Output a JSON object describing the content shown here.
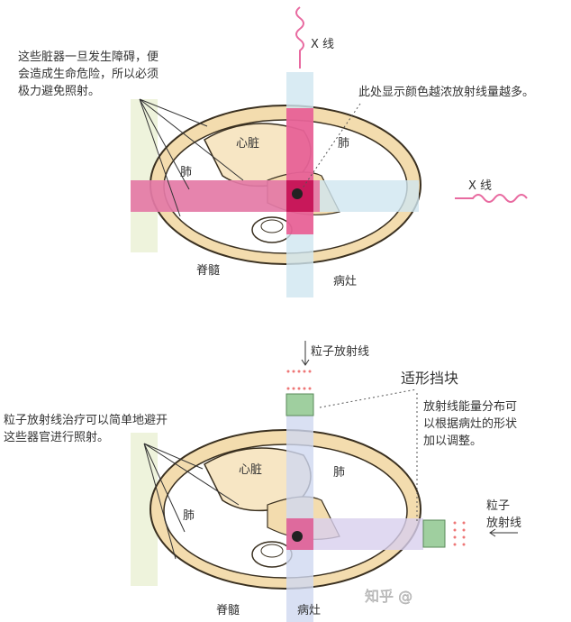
{
  "top_panel": {
    "warning_lines": [
      "这些脏器一旦发生障碍，便",
      "会造成生命危险，所以必须",
      "极力避免照射。"
    ],
    "xray_top": "X 线",
    "xray_right": "X 线",
    "intensity_note": "此处显示颜色越浓放射线量越多。",
    "heart": "心脏",
    "lung_right": "肺",
    "lung_left": "肺",
    "spinal_cord": "脊髓",
    "lesion": "病灶"
  },
  "bottom_panel": {
    "note_lines": [
      "粒子放射线治疗可以简单地避开",
      "这些器官进行照射。"
    ],
    "particle_top": "粒子放射线",
    "compensator_title": "适形挡块",
    "compensator_lines": [
      "放射线能量分布可",
      "以根据病灶的形状",
      "加以调整。"
    ],
    "particle_right_lines": [
      "粒子",
      "放射线"
    ],
    "heart": "心脏",
    "lung_right": "肺",
    "lung_left": "肺",
    "spinal_cord": "脊髓",
    "lesion": "病灶"
  },
  "watermark": "知乎 @",
  "colors": {
    "body": "#f3dcae",
    "outline": "#3a3020",
    "beam": "#cfe6f0",
    "dose": "#ee3f7f",
    "block": "#9fcf9f"
  }
}
